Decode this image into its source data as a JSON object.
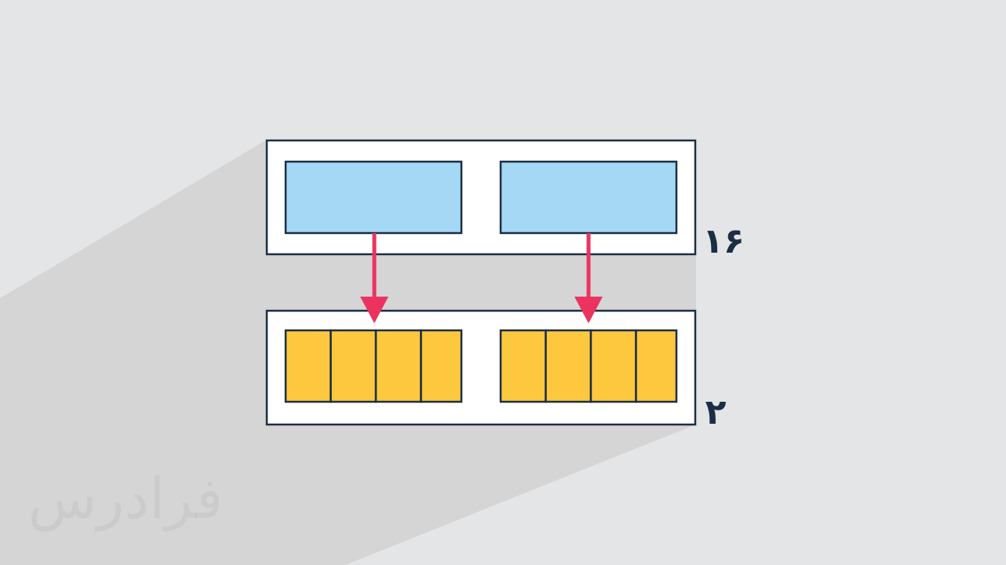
{
  "colors": {
    "background": "#e4e5e7",
    "shadow": "#d5d5d5",
    "outline": "#1b2e44",
    "container_fill": "#ffffff",
    "blue_block": "#a4d8f5",
    "yellow_cell": "#fec83e",
    "arrow": "#ec3360"
  },
  "diagram": {
    "top_row": {
      "label": "۱۶",
      "blocks": [
        {
          "name": "top-left-block",
          "kind": "blue"
        },
        {
          "name": "top-right-block",
          "kind": "blue"
        }
      ]
    },
    "bottom_row": {
      "label": "۲",
      "groups": [
        {
          "name": "bottom-left-group",
          "cells": 4
        },
        {
          "name": "bottom-right-group",
          "cells": 4
        }
      ]
    },
    "arrows": [
      {
        "from": "top-left-block",
        "to": "bottom-left-group"
      },
      {
        "from": "top-right-block",
        "to": "bottom-right-group"
      }
    ]
  },
  "watermark": {
    "text": "فرادرس"
  }
}
